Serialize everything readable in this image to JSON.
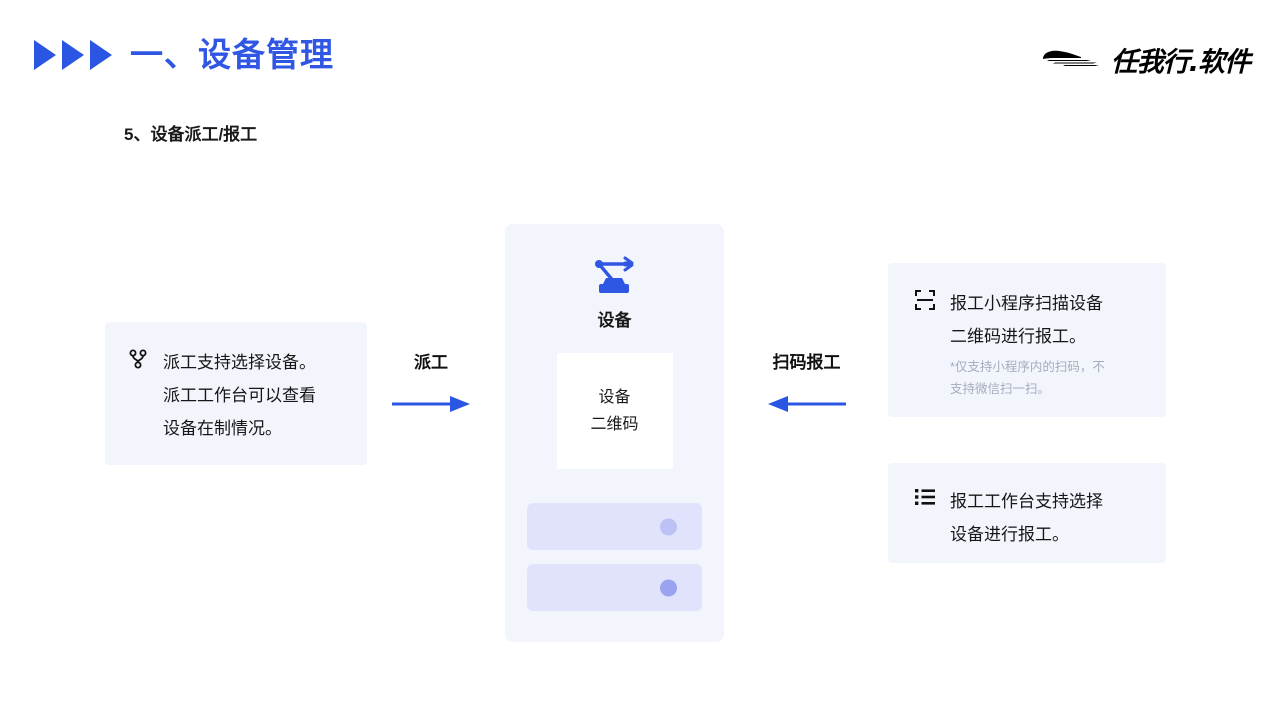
{
  "header": {
    "title": "一、设备管理",
    "subtitle": "5、设备派工/报工",
    "marker_icon": "triangle-right-icon",
    "accent_color": "#3057e3"
  },
  "logo": {
    "text": "任我行.软件",
    "mark_icon": "swoosh-icon"
  },
  "left_card": {
    "icon": "git-fork-icon",
    "text": "派工支持选择设备。\n派工工作台可以查看\n设备在制情况。",
    "background": "#f3f5fd"
  },
  "arrows": {
    "left": {
      "label": "派工",
      "direction": "right",
      "color": "#2a56e3"
    },
    "right": {
      "label": "扫码报工",
      "direction": "left",
      "color": "#2a56e3"
    }
  },
  "device_panel": {
    "icon": "robot-arm-icon",
    "label": "设备",
    "qr_box": {
      "line1": "设备",
      "line2": "二维码"
    },
    "bars": [
      {
        "dot_color": "#bcc2f4"
      },
      {
        "dot_color": "#9aa3ef"
      }
    ],
    "background": "#f3f5fd"
  },
  "right_top_card": {
    "icon": "scan-code-icon",
    "text": "报工小程序扫描设备\n二维码进行报工。",
    "note": "*仅支持小程序内的扫码，不\n支持微信扫一扫。",
    "background": "#f3f5fd",
    "note_color": "#a6abbd"
  },
  "right_bottom_card": {
    "icon": "list-icon",
    "text": "报工工作台支持选择\n设备进行报工。",
    "background": "#f3f5fd"
  }
}
